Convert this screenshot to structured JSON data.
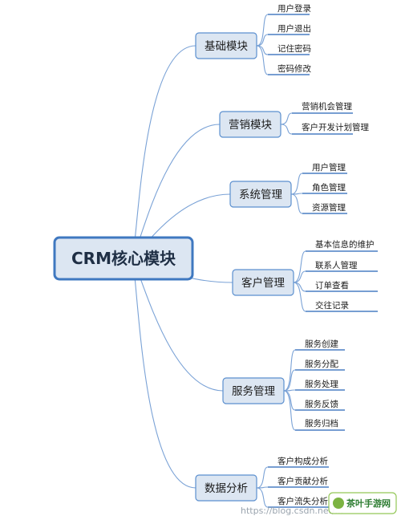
{
  "root": {
    "label": "CRM核心模块"
  },
  "modules": [
    {
      "label": "基础模块",
      "children": [
        "用户登录",
        "用户退出",
        "记住密码",
        "密码修改"
      ]
    },
    {
      "label": "营销模块",
      "children": [
        "营销机会管理",
        "客户开发计划管理"
      ]
    },
    {
      "label": "系统管理",
      "children": [
        "用户管理",
        "角色管理",
        "资源管理"
      ]
    },
    {
      "label": "客户管理",
      "children": [
        "基本信息的维护",
        "联系人管理",
        "订单查看",
        "交往记录"
      ]
    },
    {
      "label": "服务管理",
      "children": [
        "服务创建",
        "服务分配",
        "服务处理",
        "服务反馈",
        "服务归档"
      ]
    },
    {
      "label": "数据分析",
      "children": [
        "客户构成分析",
        "客户贡献分析",
        "客户流失分析"
      ]
    }
  ],
  "watermark": {
    "url_text": "https://blog.csdn.net/...",
    "badge_text": "茶叶手游网"
  },
  "colors": {
    "line": "#7aa2d6",
    "box_fill": "#dce6f2",
    "box_border": "#3f78c0"
  }
}
